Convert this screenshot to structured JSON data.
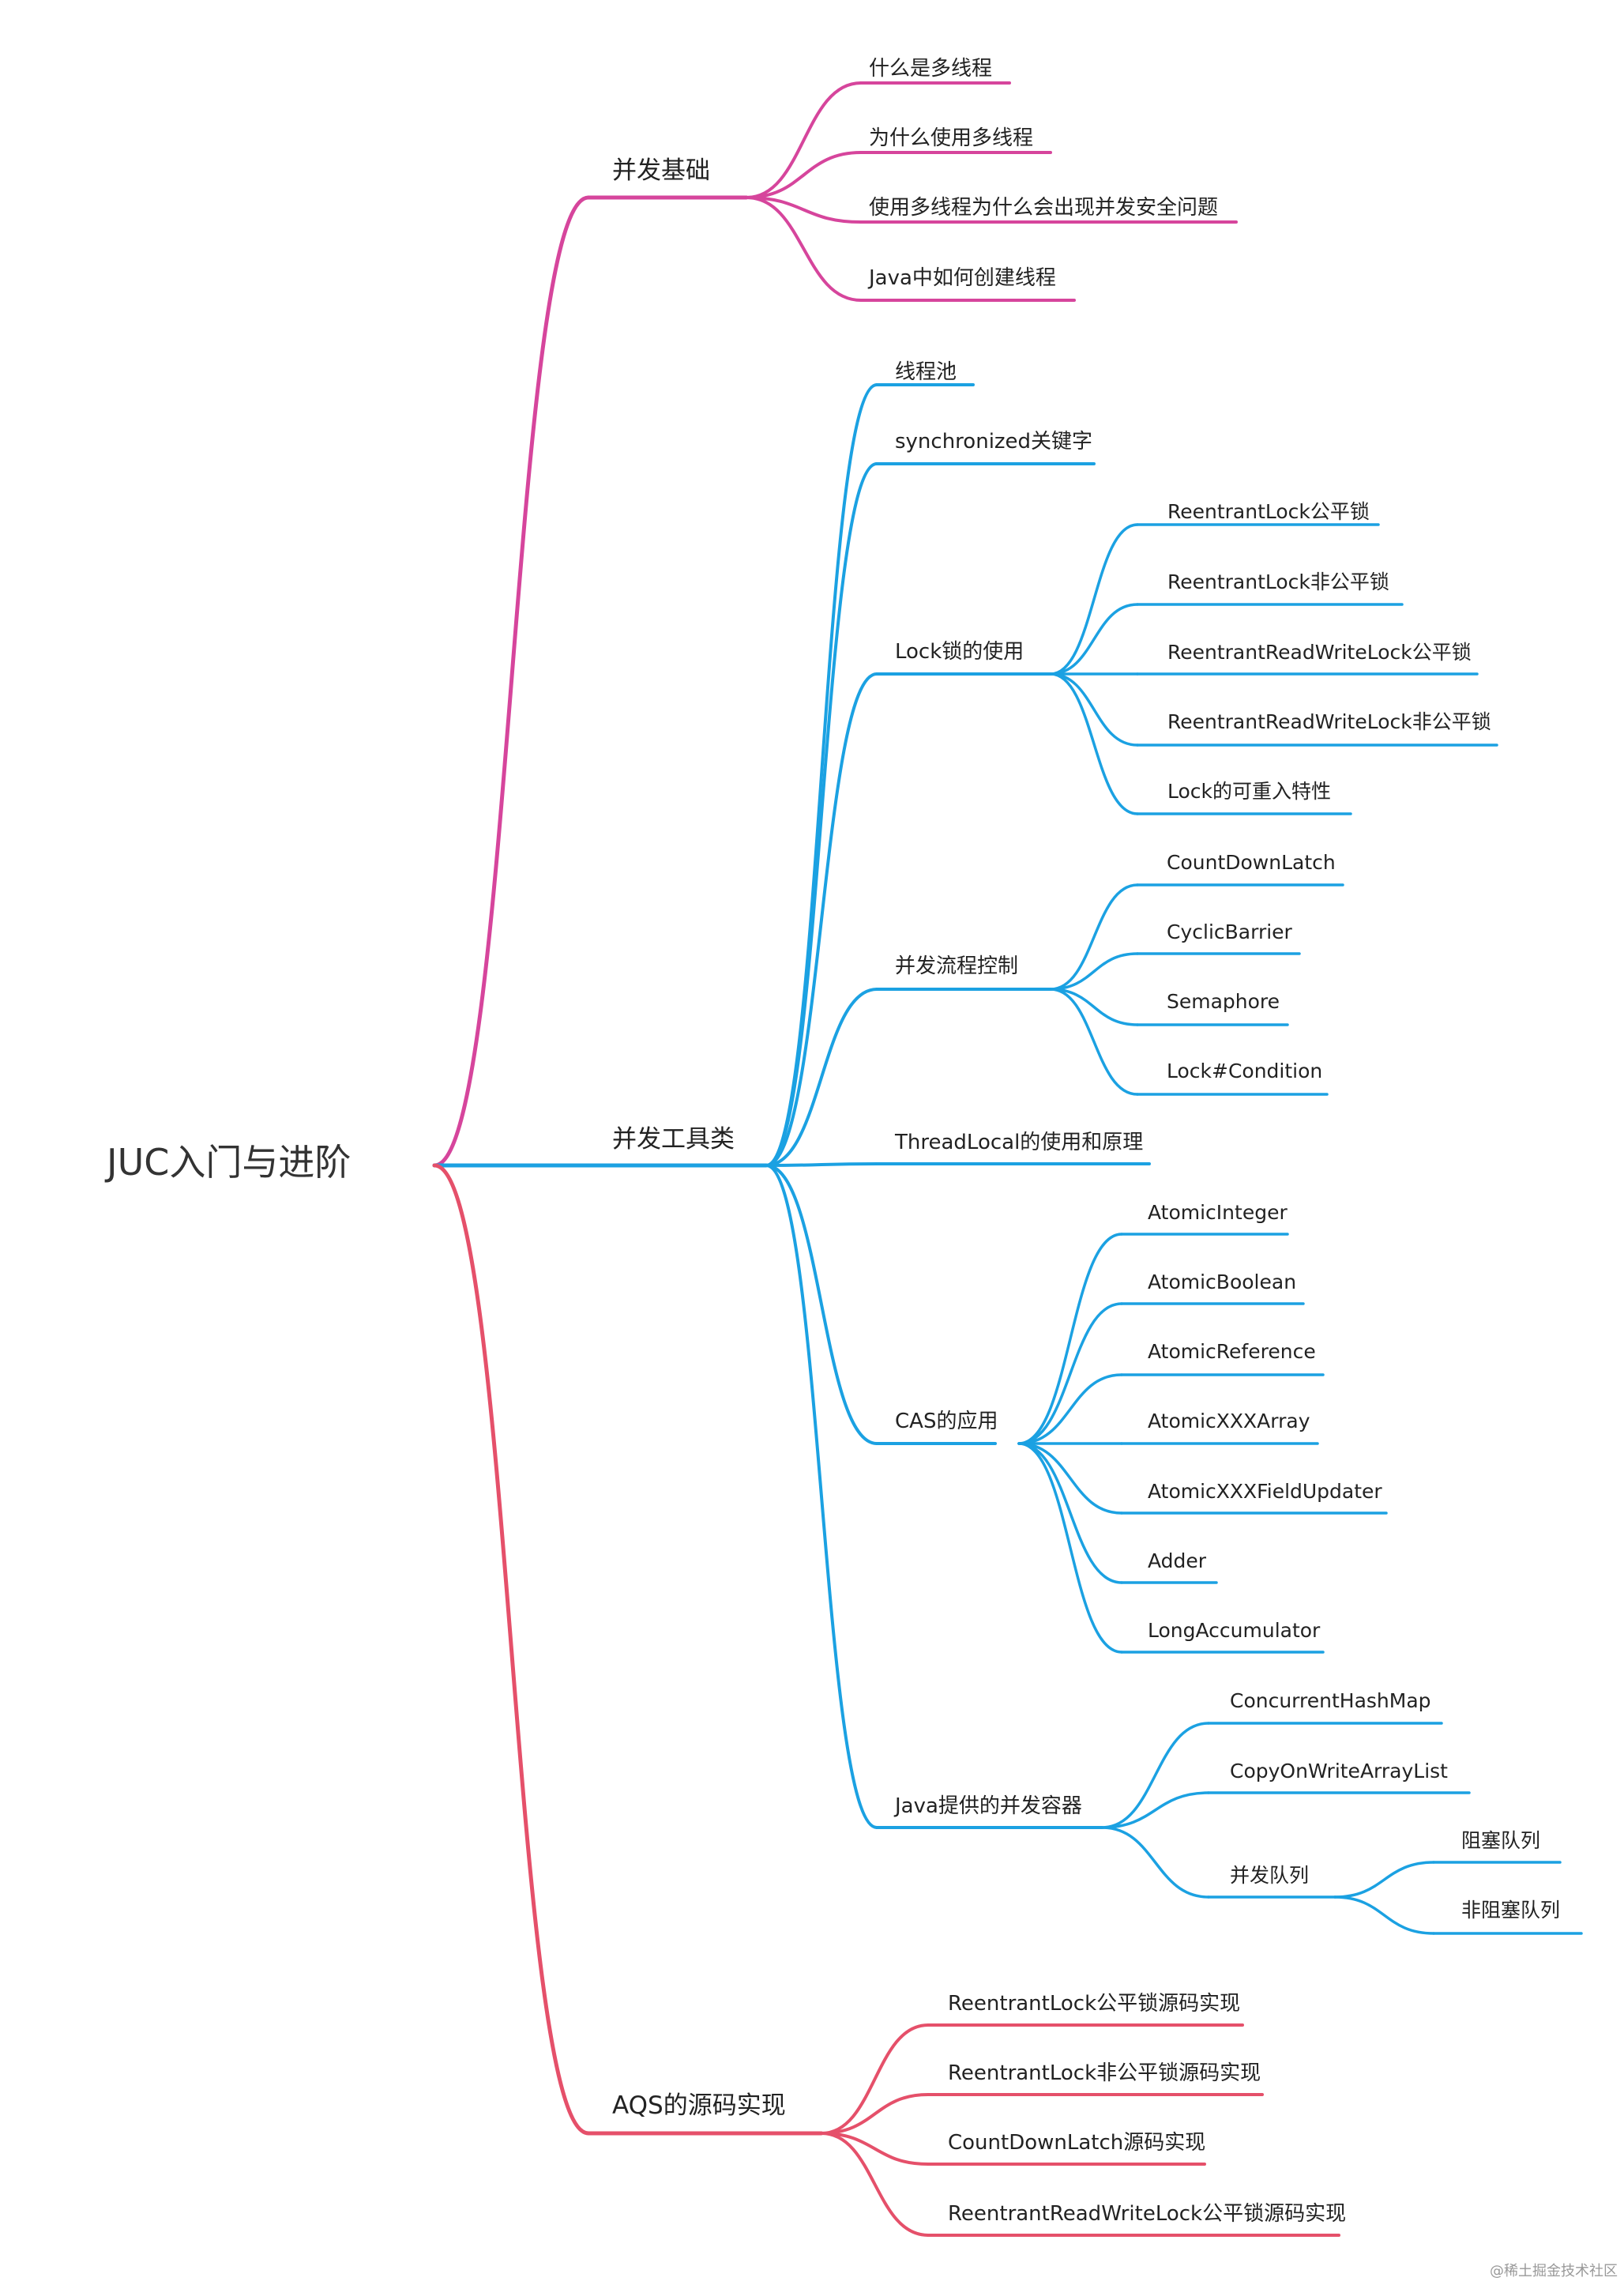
{
  "colors": {
    "magenta": "#D6459C",
    "blue": "#1BA1E2",
    "red": "#E5506A"
  },
  "root": {
    "label": "JUC入门与进阶"
  },
  "nodes": {
    "n1": "并发基础",
    "n1_1": "什么是多线程",
    "n1_2": "为什么使用多线程",
    "n1_3": "使用多线程为什么会出现并发安全问题",
    "n1_4": "Java中如何创建线程",
    "n2": "并发工具类",
    "n2_1": "线程池",
    "n2_2": "synchronized关键字",
    "n2_3": "Lock锁的使用",
    "n2_3_1": "ReentrantLock公平锁",
    "n2_3_2": "ReentrantLock非公平锁",
    "n2_3_3": "ReentrantReadWriteLock公平锁",
    "n2_3_4": "ReentrantReadWriteLock非公平锁",
    "n2_3_5": "Lock的可重入特性",
    "n2_4": "并发流程控制",
    "n2_4_1": "CountDownLatch",
    "n2_4_2": "CyclicBarrier",
    "n2_4_3": "Semaphore",
    "n2_4_4": "Lock#Condition",
    "n2_5": "ThreadLocal的使用和原理",
    "n2_6": "CAS的应用",
    "n2_6_1": "AtomicInteger",
    "n2_6_2": "AtomicBoolean",
    "n2_6_3": "AtomicReference",
    "n2_6_4": "AtomicXXXArray",
    "n2_6_5": "AtomicXXXFieldUpdater",
    "n2_6_6": "Adder",
    "n2_6_7": "LongAccumulator",
    "n2_7": "Java提供的并发容器",
    "n2_7_1": "ConcurrentHashMap",
    "n2_7_2": "CopyOnWriteArrayList",
    "n2_7_3": "并发队列",
    "n2_7_3_1": "阻塞队列",
    "n2_7_3_2": "非阻塞队列",
    "n3": "AQS的源码实现",
    "n3_1": "ReentrantLock公平锁源码实现",
    "n3_2": "ReentrantLock非公平锁源码实现",
    "n3_3": "CountDownLatch源码实现",
    "n3_4": "ReentrantReadWriteLock公平锁源码实现"
  },
  "watermark": "@稀土掘金技术社区"
}
